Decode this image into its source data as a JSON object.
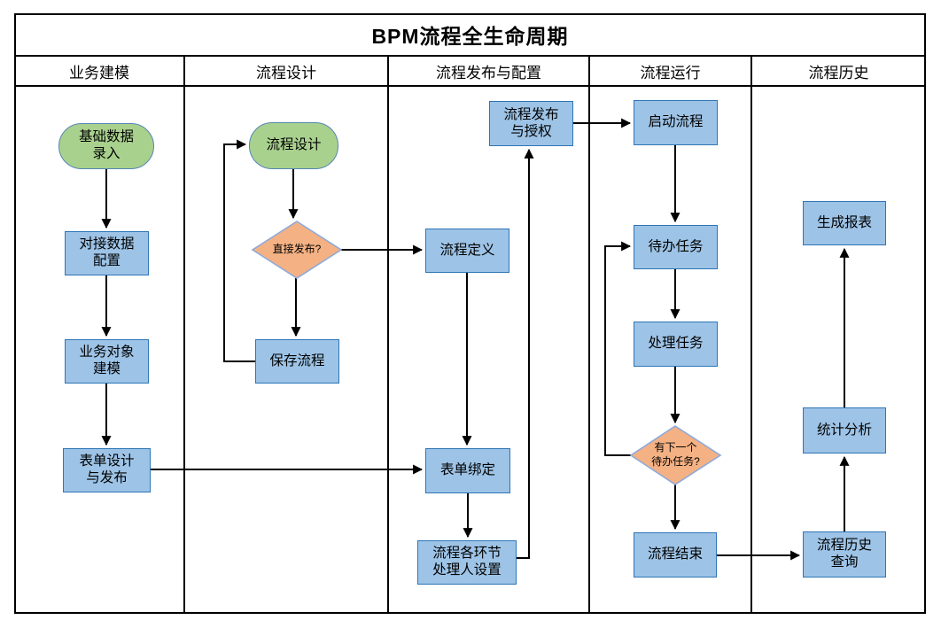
{
  "title": "BPM流程全生命周期",
  "columns": [
    "业务建模",
    "流程设计",
    "流程发布与配置",
    "流程运行",
    "流程历史"
  ],
  "colors": {
    "process_fill": "#9DC3E6",
    "process_border": "#2E75B6",
    "start_fill": "#A9D18E",
    "start_border": "#5585B5",
    "decision_fill": "#F4B183",
    "decision_border": "#8EAADB",
    "line": "#000000"
  },
  "nodes": {
    "base_data_entry": {
      "label": "基础数据\n录入",
      "type": "start"
    },
    "data_config": {
      "label": "对接数据\n配置",
      "type": "process"
    },
    "business_object_modeling": {
      "label": "业务对象\n建模",
      "type": "process"
    },
    "form_design_publish": {
      "label": "表单设计\n与发布",
      "type": "process"
    },
    "process_design": {
      "label": "流程设计",
      "type": "start"
    },
    "direct_publish_q": {
      "label": "直接发布?",
      "type": "decision"
    },
    "save_process": {
      "label": "保存流程",
      "type": "process"
    },
    "publish_authorize": {
      "label": "流程发布\n与授权",
      "type": "process"
    },
    "process_definition": {
      "label": "流程定义",
      "type": "process"
    },
    "form_binding": {
      "label": "表单绑定",
      "type": "process"
    },
    "node_handler_setting": {
      "label": "流程各环节\n处理人设置",
      "type": "process"
    },
    "start_process": {
      "label": "启动流程",
      "type": "process"
    },
    "todo_tasks": {
      "label": "待办任务",
      "type": "process"
    },
    "handle_tasks": {
      "label": "处理任务",
      "type": "process"
    },
    "next_todo_q": {
      "label": "有下一个\n待办任务?",
      "type": "decision"
    },
    "process_end": {
      "label": "流程结束",
      "type": "process"
    },
    "report_generation": {
      "label": "生成报表",
      "type": "process"
    },
    "stats_analysis": {
      "label": "统计分析",
      "type": "process"
    },
    "history_query": {
      "label": "流程历史\n查询",
      "type": "process"
    }
  },
  "connections": [
    {
      "from": "base_data_entry",
      "to": "data_config"
    },
    {
      "from": "data_config",
      "to": "business_object_modeling"
    },
    {
      "from": "business_object_modeling",
      "to": "form_design_publish"
    },
    {
      "from": "form_design_publish",
      "to": "form_binding"
    },
    {
      "from": "process_design",
      "to": "direct_publish_q"
    },
    {
      "from": "direct_publish_q",
      "to": "save_process"
    },
    {
      "from": "direct_publish_q",
      "to": "process_definition"
    },
    {
      "from": "save_process",
      "to": "process_design"
    },
    {
      "from": "process_definition",
      "to": "form_binding"
    },
    {
      "from": "form_binding",
      "to": "node_handler_setting"
    },
    {
      "from": "node_handler_setting",
      "to": "publish_authorize"
    },
    {
      "from": "publish_authorize",
      "to": "start_process"
    },
    {
      "from": "start_process",
      "to": "todo_tasks"
    },
    {
      "from": "todo_tasks",
      "to": "handle_tasks"
    },
    {
      "from": "handle_tasks",
      "to": "next_todo_q"
    },
    {
      "from": "next_todo_q",
      "to": "todo_tasks"
    },
    {
      "from": "next_todo_q",
      "to": "process_end"
    },
    {
      "from": "process_end",
      "to": "history_query"
    },
    {
      "from": "history_query",
      "to": "stats_analysis"
    },
    {
      "from": "stats_analysis",
      "to": "report_generation"
    }
  ]
}
